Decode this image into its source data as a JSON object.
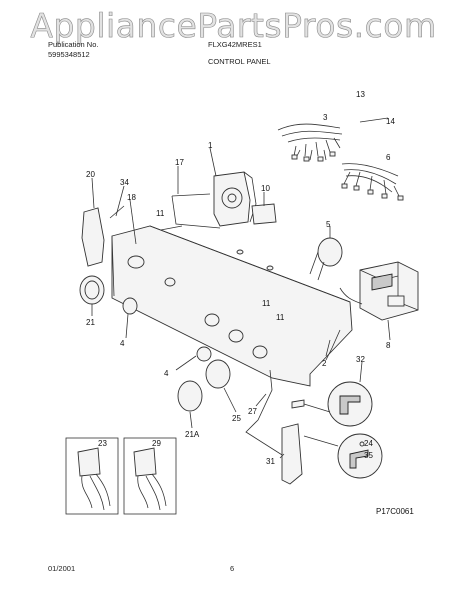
{
  "watermark": "AppliancePartsPros.com",
  "header": {
    "publication_label": "Publication No.",
    "publication_number": "5995348512",
    "model": "FLXG42MRES1",
    "section": "CONTROL PANEL"
  },
  "callouts": [
    "13",
    "14",
    "3",
    "6",
    "1",
    "17",
    "20",
    "34",
    "10",
    "18",
    "11",
    "5",
    "11",
    "11",
    "21",
    "4",
    "8",
    "2",
    "32",
    "4",
    "25",
    "27",
    "21A",
    "31",
    "24",
    "35",
    "23",
    "29"
  ],
  "diagram_code": "P17C0061",
  "footer": {
    "date": "01/2001",
    "page": "6"
  }
}
